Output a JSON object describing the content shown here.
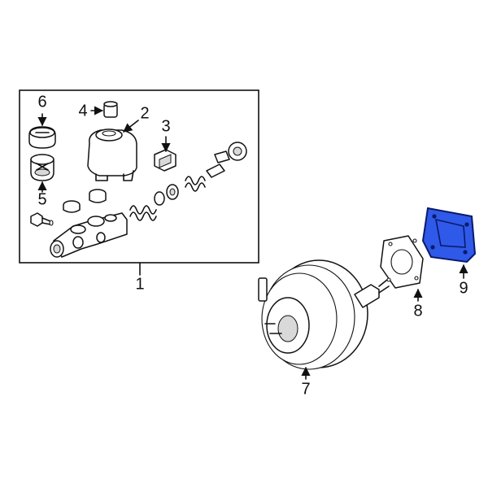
{
  "callouts": {
    "c1": "1",
    "c2": "2",
    "c3": "3",
    "c4": "4",
    "c5": "5",
    "c6": "6",
    "c7": "7",
    "c8": "8",
    "c9": "9"
  },
  "colors": {
    "line": "#111111",
    "highlight_fill": "#2f59e8",
    "highlight_stroke": "#0a1a6b",
    "background": "#ffffff"
  }
}
